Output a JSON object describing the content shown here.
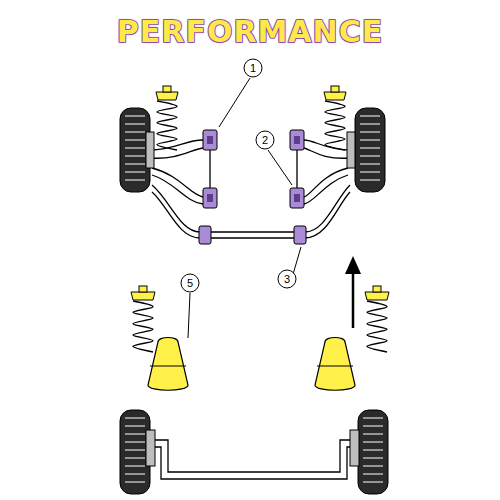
{
  "diagram": {
    "title": "PERFORMANCE",
    "nodes": [
      {
        "text": [
          "1"
        ]
      },
      {
        "text": [
          "2"
        ]
      },
      {
        "text": [
          "5"
        ]
      },
      {
        "text": [
          "3"
        ]
      }
    ]
  }
}
